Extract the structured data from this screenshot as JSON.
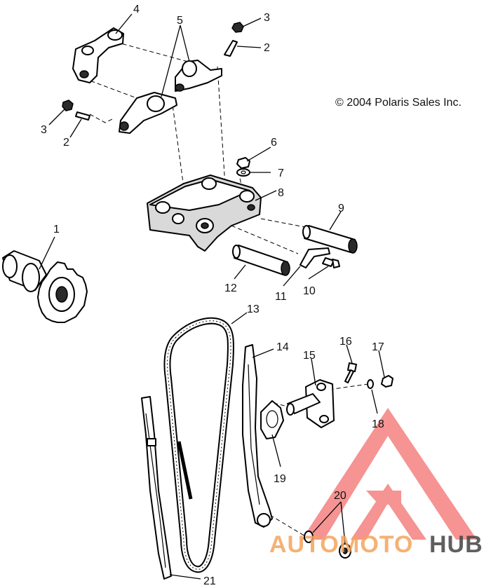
{
  "copyright": "© 2004 Polaris Sales Inc.",
  "watermark": {
    "auto": "AUTO",
    "moto": "MOTO",
    "hub": "HUB",
    "color_auto": "#f4a45c",
    "color_moto": "#f4a45c",
    "color_hub": "#444444",
    "triangle_color": "#ef3b3b"
  },
  "callouts": {
    "c4": "4",
    "c5": "5",
    "c3a": "3",
    "c2a": "2",
    "c3b": "3",
    "c2b": "2",
    "c6": "6",
    "c7": "7",
    "c8": "8",
    "c9": "9",
    "c1": "1",
    "c12": "12",
    "c11": "11",
    "c10": "10",
    "c13": "13",
    "c14": "14",
    "c15": "15",
    "c16": "16",
    "c17": "17",
    "c18": "18",
    "c19": "19",
    "c20": "20",
    "c21": "21"
  }
}
